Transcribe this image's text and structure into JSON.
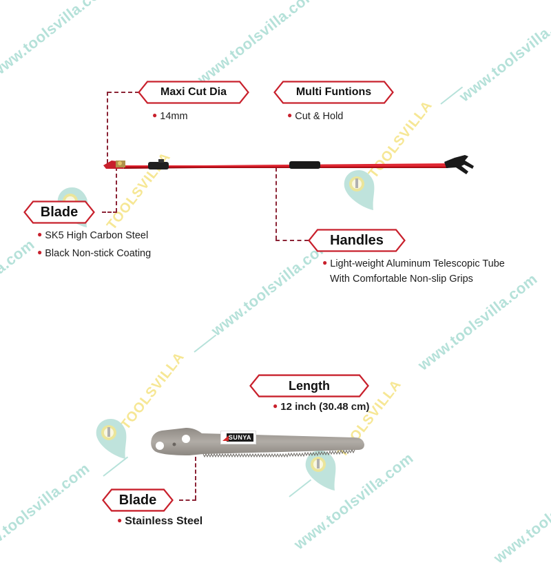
{
  "watermark": {
    "url_text": "www.toolsvilla.com",
    "brand_text": "TOOLSVILLA",
    "url_color": "#a9dcd3",
    "brand_color": "#f6e58a",
    "pin_color": "#bfe3dc"
  },
  "pruner": {
    "callouts": [
      {
        "id": "cut-dia",
        "title": "Maxi Cut Dia",
        "bullets": [
          "14mm"
        ]
      },
      {
        "id": "functions",
        "title": "Multi Funtions",
        "bullets": [
          "Cut & Hold"
        ]
      },
      {
        "id": "blade",
        "title": "Blade",
        "bullets": [
          "SK5 High Carbon Steel",
          "Black Non-stick Coating"
        ]
      },
      {
        "id": "handles",
        "title": "Handles",
        "bullets": [
          "Light-weight Aluminum Telescopic Tube",
          "With Comfortable Non-slip Grips"
        ]
      }
    ],
    "pole_color": "#d1121f",
    "grip_color": "#1a1a1a"
  },
  "saw": {
    "callouts": [
      {
        "id": "length",
        "title": "Length",
        "bullets": [
          "12 inch (30.48 cm)"
        ]
      },
      {
        "id": "saw-blade",
        "title": "Blade",
        "bullets": [
          "Stainless Steel"
        ]
      }
    ],
    "brand_logo": "SUNYA",
    "blade_color": "#a7a29b"
  },
  "accent_color": "#c8202c",
  "connector_color": "#8b2335"
}
